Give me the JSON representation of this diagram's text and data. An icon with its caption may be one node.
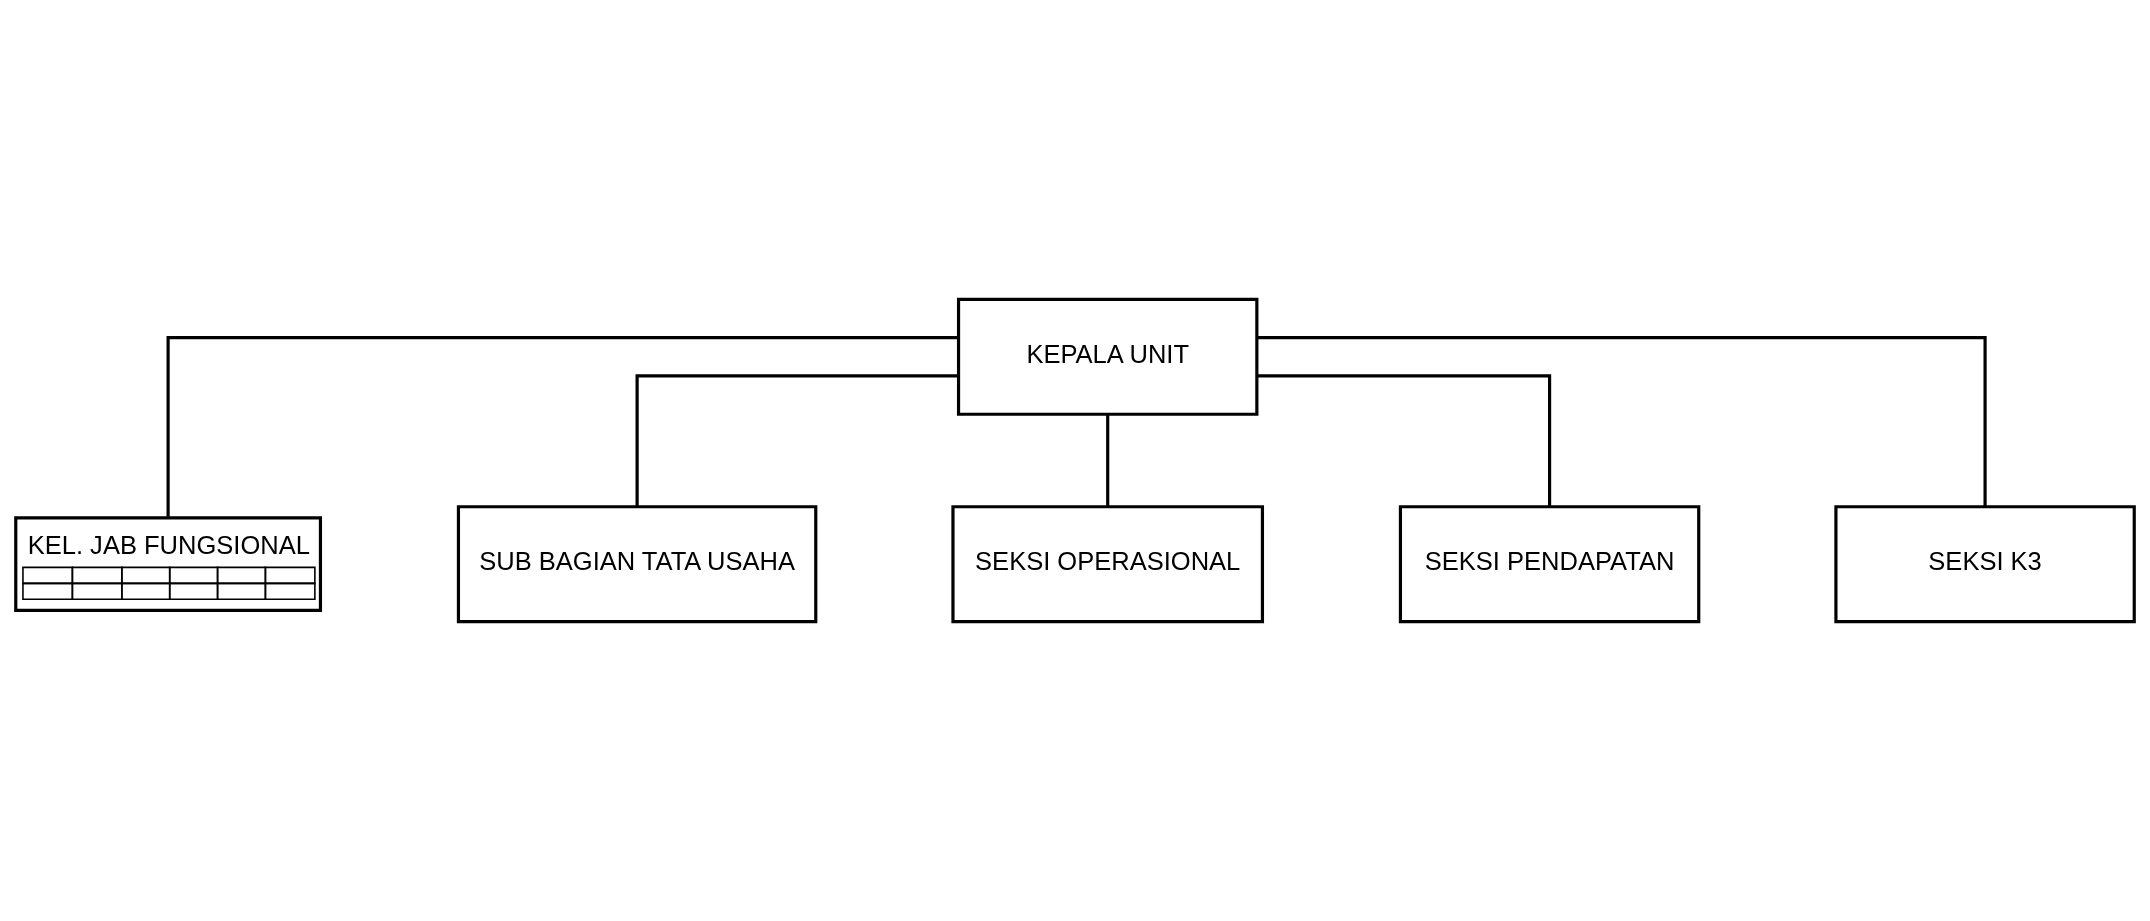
{
  "diagram": {
    "nodes": [
      {
        "text": [
          "KEPALA UNIT"
        ]
      },
      {
        "text": [
          "KEL. JAB FUNGSIONAL"
        ]
      },
      {
        "text": [
          "SUB BAGIAN TATA USAHA"
        ]
      },
      {
        "text": [
          "SEKSI OPERASIONAL"
        ]
      },
      {
        "text": [
          "SEKSI PENDAPATAN"
        ]
      },
      {
        "text": [
          "SEKSI K3"
        ]
      }
    ],
    "edges": [
      {
        "from": 0,
        "to": 1,
        "arrow": "none"
      },
      {
        "from": 0,
        "to": 2,
        "arrow": "none"
      },
      {
        "from": 0,
        "to": 3,
        "arrow": "none"
      },
      {
        "from": 0,
        "to": 4,
        "arrow": "none"
      },
      {
        "from": 0,
        "to": 5,
        "arrow": "none"
      }
    ]
  }
}
